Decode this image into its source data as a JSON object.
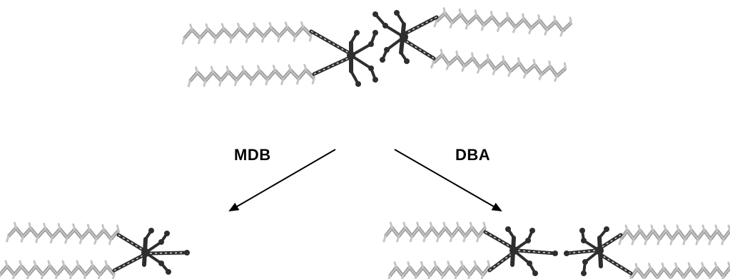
{
  "labels": {
    "left_pathway": "MDB",
    "right_pathway": "DBA"
  },
  "colors": {
    "chain_light": "#9a9a9a",
    "chain_tip": "#c4c4c4",
    "core_dark": "#2e2e2e",
    "arrow": "#000000"
  },
  "structures": [
    {
      "name": "dimer-complex",
      "description_role": "reactant"
    },
    {
      "name": "mdb-product",
      "description_role": "product"
    },
    {
      "name": "dba-product-left",
      "description_role": "product"
    },
    {
      "name": "dba-product-right",
      "description_role": "product"
    }
  ]
}
